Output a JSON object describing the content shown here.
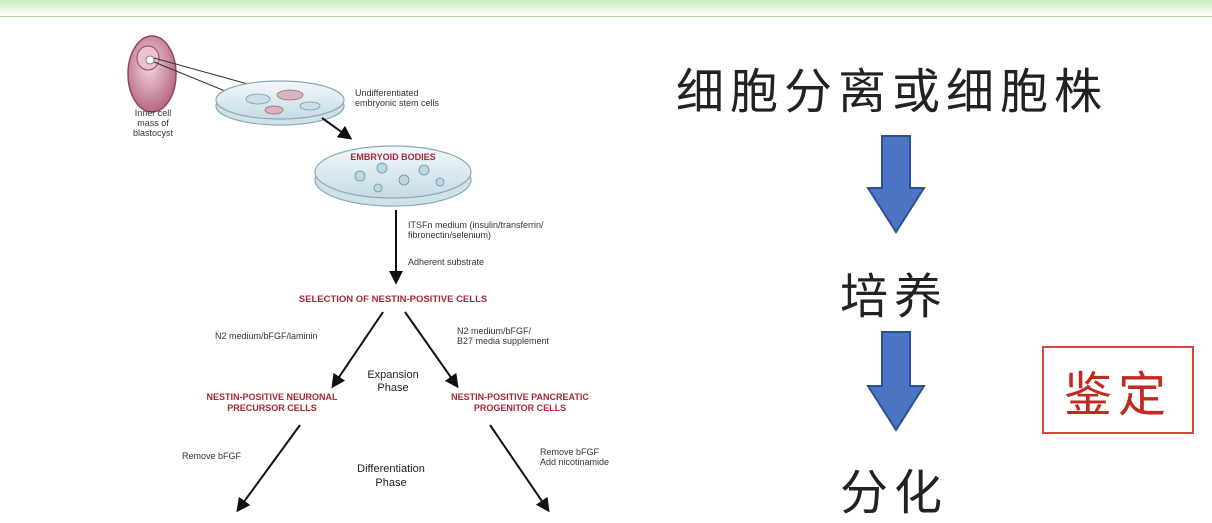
{
  "diagram": {
    "inner_cell_label": [
      "Inner cell",
      "mass of",
      "blastocyst"
    ],
    "undiff_label": [
      "Undifferentiated",
      "embryonic stem cells"
    ],
    "embryoid_bodies": "EMBRYOID BODIES",
    "itsfn_label": [
      "ITSFn medium (insulin/transferrin/",
      "fibronectin/selenium)"
    ],
    "adherent_label": "Adherent substrate",
    "selection_label": "SELECTION OF NESTIN-POSITIVE CELLS",
    "left_medium": "N2 medium/bFGF/laminin",
    "right_medium": [
      "N2 medium/bFGF/",
      "B27 media supplement"
    ],
    "expansion_phase": [
      "Expansion",
      "Phase"
    ],
    "neuronal_label": [
      "NESTIN-POSITIVE NEURONAL",
      "PRECURSOR CELLS"
    ],
    "pancreatic_label": [
      "NESTIN-POSITIVE PANCREATIC",
      "PROGENITOR CELLS"
    ],
    "remove_bfgf_left": "Remove bFGF",
    "remove_bfgf_right": [
      "Remove bFGF",
      "Add nicotinamide"
    ],
    "differentiation_phase": [
      "Differentiation",
      "Phase"
    ]
  },
  "flow": {
    "step_1": "细胞分离或细胞株",
    "step_2": "培养",
    "step_3": "分化",
    "identification": "鉴定"
  },
  "colors": {
    "label_red": "#a8283a",
    "arrow_blue": "#4a76c4",
    "arrow_blue_dark": "#2d4f8f",
    "ident_red": "#c22a1f"
  }
}
